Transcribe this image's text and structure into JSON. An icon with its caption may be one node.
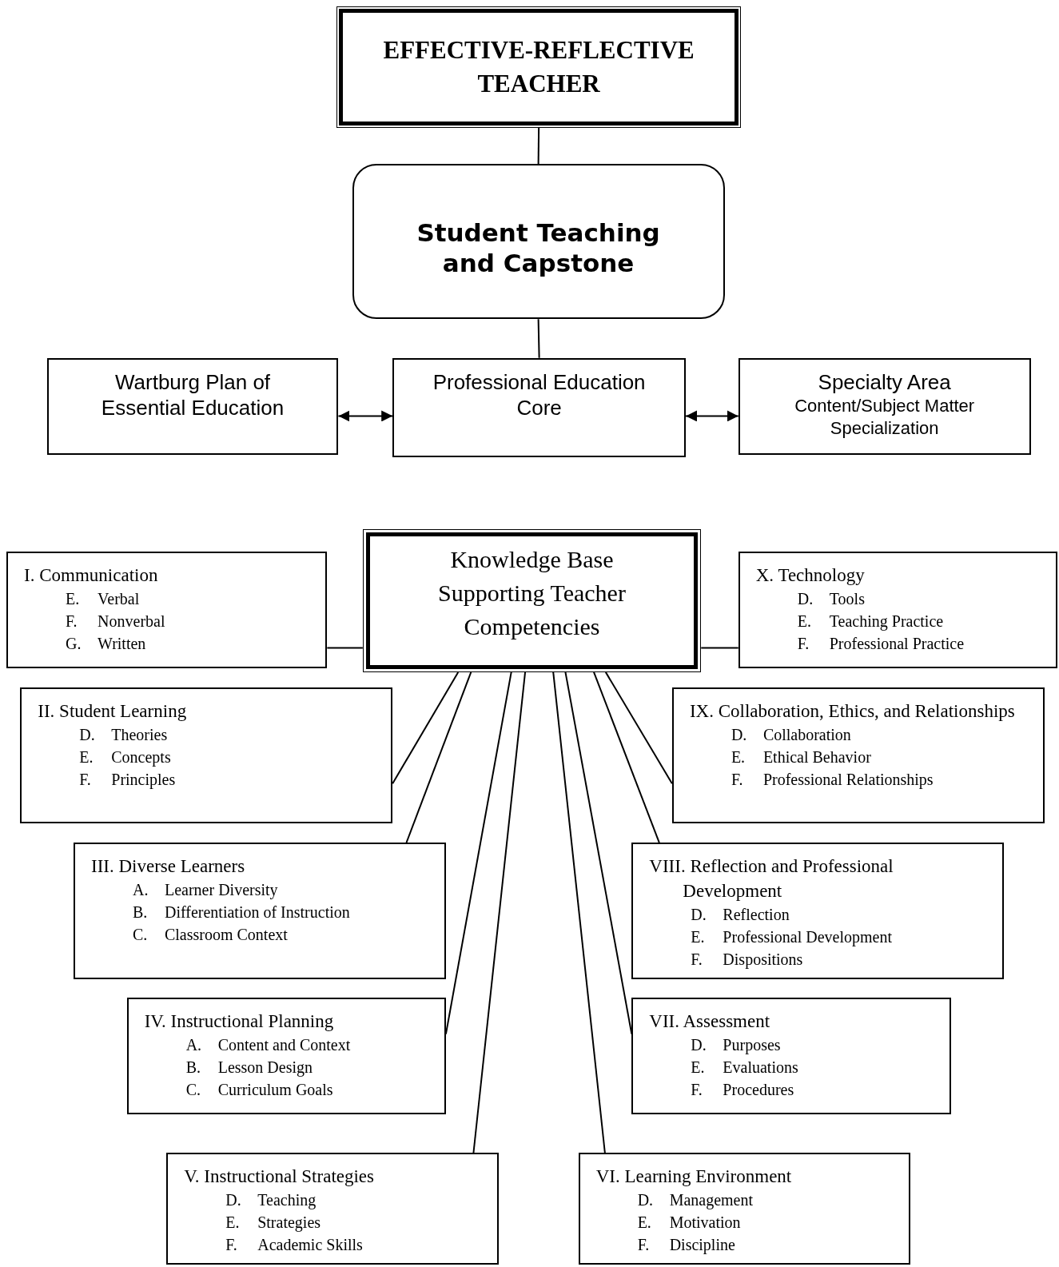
{
  "diagram": {
    "nodes": [
      {
        "text": [
          "EFFECTIVE-REFLECTIVE TEACHER"
        ]
      },
      {
        "text": [
          "Student Teaching and Capstone"
        ]
      },
      {
        "text": [
          "Wartburg Plan of Essential Education"
        ]
      },
      {
        "text": [
          "Professional Education Core"
        ]
      },
      {
        "text": [
          "Specialty Area",
          "Content/Subject Matter Specialization"
        ]
      },
      {
        "text": [
          "Knowledge Base Supporting Teacher Competencies"
        ]
      },
      {
        "text": [
          "I. Communication",
          "E.",
          "Verbal",
          "F.",
          "Nonverbal",
          "G.",
          "Written"
        ]
      },
      {
        "text": [
          "X. Technology",
          "D.",
          "Tools",
          "E.",
          "Teaching Practice",
          "F.",
          "Professional Practice"
        ]
      },
      {
        "text": [
          "II. Student Learning",
          "D.",
          "Theories",
          "E.",
          "Concepts",
          "F.",
          "Principles"
        ]
      },
      {
        "text": [
          "IX. Collaboration, Ethics, and Relationships",
          "D.",
          "Collaboration",
          "E.",
          "Ethical Behavior",
          "F.",
          "Professional Relationships"
        ]
      },
      {
        "text": [
          "III. Diverse Learners",
          "A.",
          "Learner Diversity",
          "B.",
          "Differentiation of Instruction",
          "C.",
          "Classroom Context"
        ]
      },
      {
        "text": [
          "VIII. Reflection and Professional Development",
          "D.",
          "Reflection",
          "E.",
          "Professional Development",
          "F.",
          "Dispositions"
        ]
      },
      {
        "text": [
          "IV. Instructional Planning",
          "A.",
          "Content and Context",
          "B.",
          "Lesson Design",
          "C.",
          "Curriculum Goals"
        ]
      },
      {
        "text": [
          "VII. Assessment",
          "D.",
          "Purposes",
          "E.",
          "Evaluations",
          "F.",
          "Procedures"
        ]
      },
      {
        "text": [
          "V. Instructional Strategies",
          "D.",
          "Teaching",
          "E.",
          "Strategies",
          "F.",
          "Academic Skills"
        ]
      },
      {
        "text": [
          "VI. Learning Environment",
          "D.",
          "Management",
          "E.",
          "Motivation",
          "F.",
          "Discipline"
        ]
      }
    ],
    "edges": [
      {
        "from": 0,
        "to": 1,
        "arrow": "none"
      },
      {
        "from": 1,
        "to": 3,
        "arrow": "none"
      },
      {
        "from": 2,
        "to": 3,
        "arrow": "both"
      },
      {
        "from": 3,
        "to": 4,
        "arrow": "both"
      },
      {
        "from": 5,
        "to": 6,
        "arrow": "none"
      },
      {
        "from": 5,
        "to": 7,
        "arrow": "none"
      },
      {
        "from": 5,
        "to": 8,
        "arrow": "none"
      },
      {
        "from": 5,
        "to": 9,
        "arrow": "none"
      },
      {
        "from": 5,
        "to": 10,
        "arrow": "none"
      },
      {
        "from": 5,
        "to": 11,
        "arrow": "none"
      },
      {
        "from": 5,
        "to": 12,
        "arrow": "none"
      },
      {
        "from": 5,
        "to": 13,
        "arrow": "none"
      },
      {
        "from": 5,
        "to": 14,
        "arrow": "none"
      },
      {
        "from": 5,
        "to": 15,
        "arrow": "none"
      }
    ]
  }
}
